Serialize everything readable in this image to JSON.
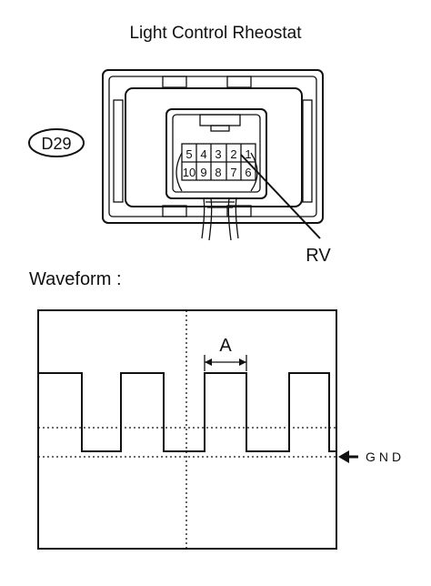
{
  "diagram": {
    "title": "Light Control Rheostat",
    "connector_code": "D29",
    "pins_top": [
      "5",
      "4",
      "3",
      "2",
      "1"
    ],
    "pins_bottom": [
      "10",
      "9",
      "8",
      "7",
      "6"
    ],
    "terminal_label": "RV",
    "waveform_label": "Waveform :",
    "period_label": "A",
    "ground_label": "GND"
  }
}
